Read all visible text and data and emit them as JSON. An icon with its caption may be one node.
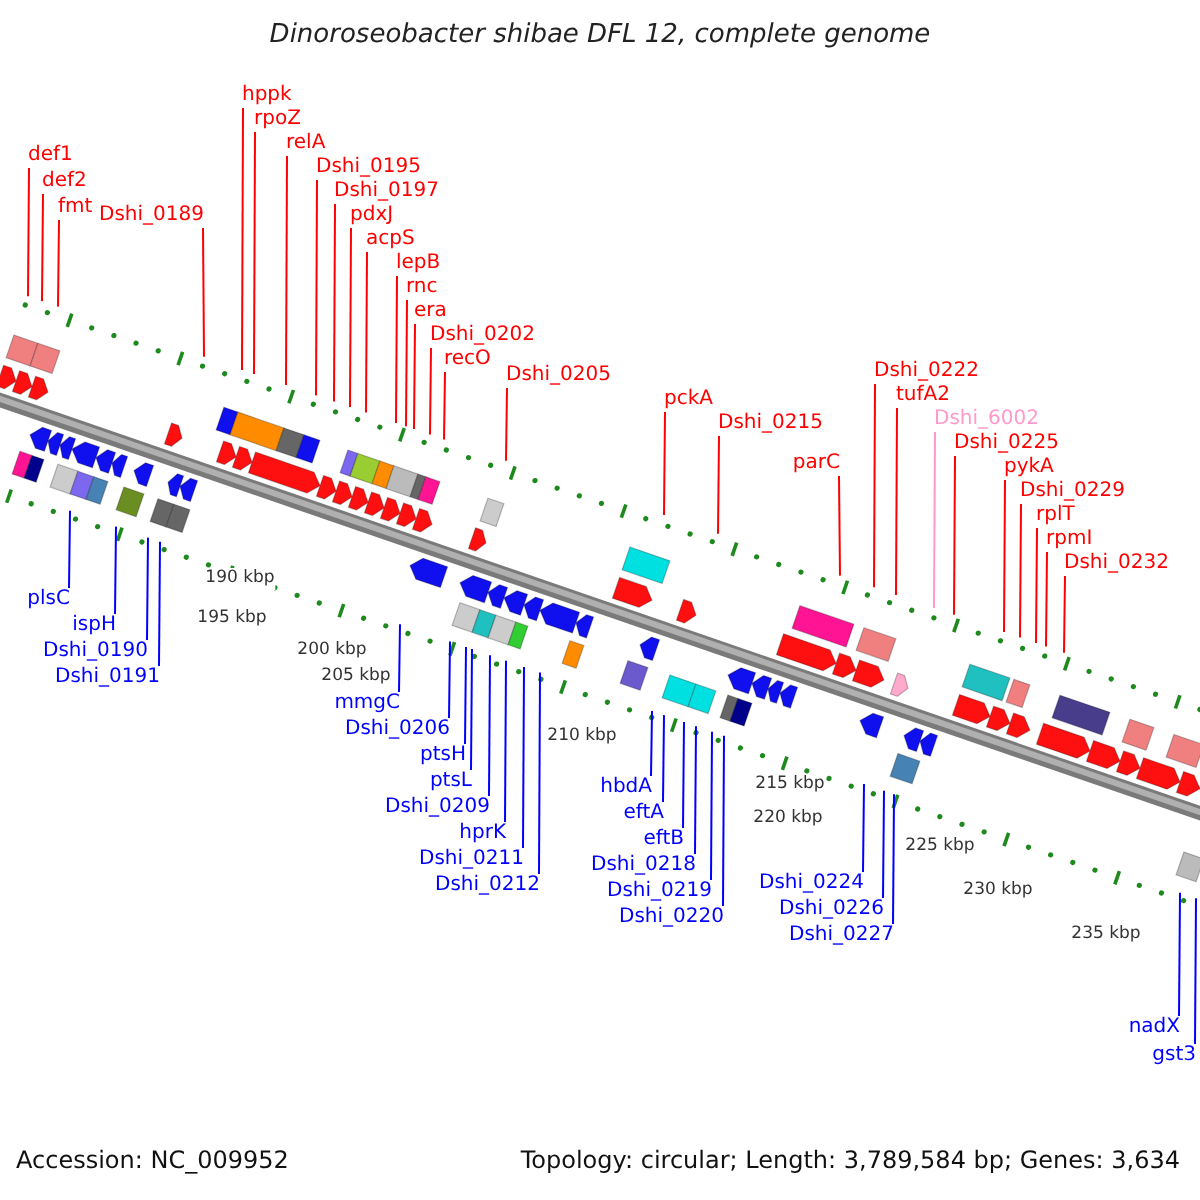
{
  "diagram": {
    "title": "Dinoroseobacter shibae DFL 12, complete genome",
    "nodes": [
      {
        "text": [
          "def1"
        ]
      },
      {
        "text": [
          "def2"
        ]
      },
      {
        "text": [
          "fmt"
        ]
      },
      {
        "text": [
          "Dshi_0189"
        ]
      },
      {
        "text": [
          "hppk"
        ]
      },
      {
        "text": [
          "rpoZ"
        ]
      },
      {
        "text": [
          "relA"
        ]
      },
      {
        "text": [
          "Dshi_0195"
        ]
      },
      {
        "text": [
          "Dshi_0197"
        ]
      },
      {
        "text": [
          "pdxJ"
        ]
      },
      {
        "text": [
          "acpS"
        ]
      },
      {
        "text": [
          "lepB"
        ]
      },
      {
        "text": [
          "rnc"
        ]
      },
      {
        "text": [
          "era"
        ]
      },
      {
        "text": [
          "Dshi_0202"
        ]
      },
      {
        "text": [
          "recO"
        ]
      },
      {
        "text": [
          "Dshi_0205"
        ]
      },
      {
        "text": [
          "pckA"
        ]
      },
      {
        "text": [
          "Dshi_0215"
        ]
      },
      {
        "text": [
          "parC"
        ]
      },
      {
        "text": [
          "Dshi_0222"
        ]
      },
      {
        "text": [
          "tufA2"
        ]
      },
      {
        "text": [
          "Dshi_6002"
        ]
      },
      {
        "text": [
          "Dshi_0225"
        ]
      },
      {
        "text": [
          "pykA"
        ]
      },
      {
        "text": [
          "Dshi_0229"
        ]
      },
      {
        "text": [
          "rplT"
        ]
      },
      {
        "text": [
          "rpmI"
        ]
      },
      {
        "text": [
          "Dshi_0232"
        ]
      },
      {
        "text": [
          "plsC"
        ]
      },
      {
        "text": [
          "ispH"
        ]
      },
      {
        "text": [
          "Dshi_0190"
        ]
      },
      {
        "text": [
          "Dshi_0191"
        ]
      },
      {
        "text": [
          "mmgC"
        ]
      },
      {
        "text": [
          "Dshi_0206"
        ]
      },
      {
        "text": [
          "ptsH"
        ]
      },
      {
        "text": [
          "ptsL"
        ]
      },
      {
        "text": [
          "Dshi_0209"
        ]
      },
      {
        "text": [
          "hprK"
        ]
      },
      {
        "text": [
          "Dshi_0211"
        ]
      },
      {
        "text": [
          "Dshi_0212"
        ]
      },
      {
        "text": [
          "hbdA"
        ]
      },
      {
        "text": [
          "eftA"
        ]
      },
      {
        "text": [
          "eftB"
        ]
      },
      {
        "text": [
          "Dshi_0218"
        ]
      },
      {
        "text": [
          "Dshi_0219"
        ]
      },
      {
        "text": [
          "Dshi_0220"
        ]
      },
      {
        "text": [
          "Dshi_0224"
        ]
      },
      {
        "text": [
          "Dshi_0226"
        ]
      },
      {
        "text": [
          "Dshi_0227"
        ]
      },
      {
        "text": [
          "nadX"
        ]
      },
      {
        "text": [
          "gst3"
        ]
      }
    ],
    "edges": [
      {
        "from": 0,
        "to": null,
        "arrow": "none"
      },
      {
        "from": 1,
        "to": null,
        "arrow": "none"
      },
      {
        "from": 2,
        "to": null,
        "arrow": "none"
      },
      {
        "from": 3,
        "to": null,
        "arrow": "none"
      },
      {
        "from": 4,
        "to": null,
        "arrow": "none"
      },
      {
        "from": 5,
        "to": null,
        "arrow": "none"
      },
      {
        "from": 6,
        "to": null,
        "arrow": "none"
      },
      {
        "from": 7,
        "to": null,
        "arrow": "none"
      },
      {
        "from": 8,
        "to": null,
        "arrow": "none"
      },
      {
        "from": 9,
        "to": null,
        "arrow": "none"
      },
      {
        "from": 10,
        "to": null,
        "arrow": "none"
      },
      {
        "from": 11,
        "to": null,
        "arrow": "none"
      },
      {
        "from": 12,
        "to": null,
        "arrow": "none"
      },
      {
        "from": 13,
        "to": null,
        "arrow": "none"
      },
      {
        "from": 14,
        "to": null,
        "arrow": "none"
      },
      {
        "from": 15,
        "to": null,
        "arrow": "none"
      },
      {
        "from": 16,
        "to": null,
        "arrow": "none"
      },
      {
        "from": 17,
        "to": null,
        "arrow": "none"
      },
      {
        "from": 18,
        "to": null,
        "arrow": "none"
      },
      {
        "from": 19,
        "to": null,
        "arrow": "none"
      },
      {
        "from": 20,
        "to": null,
        "arrow": "none"
      },
      {
        "from": 21,
        "to": null,
        "arrow": "none"
      },
      {
        "from": 22,
        "to": null,
        "arrow": "none",
        "color": "#ff99cc"
      },
      {
        "from": 23,
        "to": null,
        "arrow": "none"
      },
      {
        "from": 24,
        "to": null,
        "arrow": "none"
      },
      {
        "from": 25,
        "to": null,
        "arrow": "none"
      },
      {
        "from": 26,
        "to": null,
        "arrow": "none"
      },
      {
        "from": 27,
        "to": null,
        "arrow": "none"
      },
      {
        "from": 28,
        "to": null,
        "arrow": "none"
      },
      {
        "from": 29,
        "to": null,
        "arrow": "none",
        "color": "#0000ff"
      },
      {
        "from": 30,
        "to": null,
        "arrow": "none",
        "color": "#0000ff"
      },
      {
        "from": 31,
        "to": null,
        "arrow": "none",
        "color": "#0000ff"
      },
      {
        "from": 32,
        "to": null,
        "arrow": "none",
        "color": "#0000ff"
      },
      {
        "from": 33,
        "to": null,
        "arrow": "none",
        "color": "#0000ff"
      },
      {
        "from": 34,
        "to": null,
        "arrow": "none",
        "color": "#0000ff"
      },
      {
        "from": 35,
        "to": null,
        "arrow": "none",
        "color": "#0000ff"
      },
      {
        "from": 36,
        "to": null,
        "arrow": "none",
        "color": "#0000ff"
      },
      {
        "from": 37,
        "to": null,
        "arrow": "none",
        "color": "#0000ff"
      },
      {
        "from": 38,
        "to": null,
        "arrow": "none",
        "color": "#0000ff"
      },
      {
        "from": 39,
        "to": null,
        "arrow": "none",
        "color": "#0000ff"
      },
      {
        "from": 40,
        "to": null,
        "arrow": "none",
        "color": "#0000ff"
      },
      {
        "from": 41,
        "to": null,
        "arrow": "none",
        "color": "#0000ff"
      },
      {
        "from": 42,
        "to": null,
        "arrow": "none",
        "color": "#0000ff"
      },
      {
        "from": 43,
        "to": null,
        "arrow": "none",
        "color": "#0000ff"
      },
      {
        "from": 44,
        "to": null,
        "arrow": "none",
        "color": "#0000ff"
      },
      {
        "from": 45,
        "to": null,
        "arrow": "none",
        "color": "#0000ff"
      },
      {
        "from": 46,
        "to": null,
        "arrow": "none",
        "color": "#0000ff"
      },
      {
        "from": 47,
        "to": null,
        "arrow": "none",
        "color": "#0000ff"
      },
      {
        "from": 48,
        "to": null,
        "arrow": "none",
        "color": "#0000ff"
      },
      {
        "from": 49,
        "to": null,
        "arrow": "none",
        "color": "#0000ff"
      },
      {
        "from": 50,
        "to": null,
        "arrow": "none",
        "color": "#0000ff"
      },
      {
        "from": 51,
        "to": null,
        "arrow": "none",
        "color": "#0000ff"
      }
    ],
    "labels": [
      "190 kbp",
      "195 kbp",
      "200 kbp",
      "205 kbp",
      "210 kbp",
      "215 kbp",
      "220 kbp",
      "225 kbp",
      "230 kbp",
      "235 kbp",
      "Accession: NC_009952",
      "Topology: circular; Length: 3,789,584 bp; Genes: 3,634"
    ]
  }
}
